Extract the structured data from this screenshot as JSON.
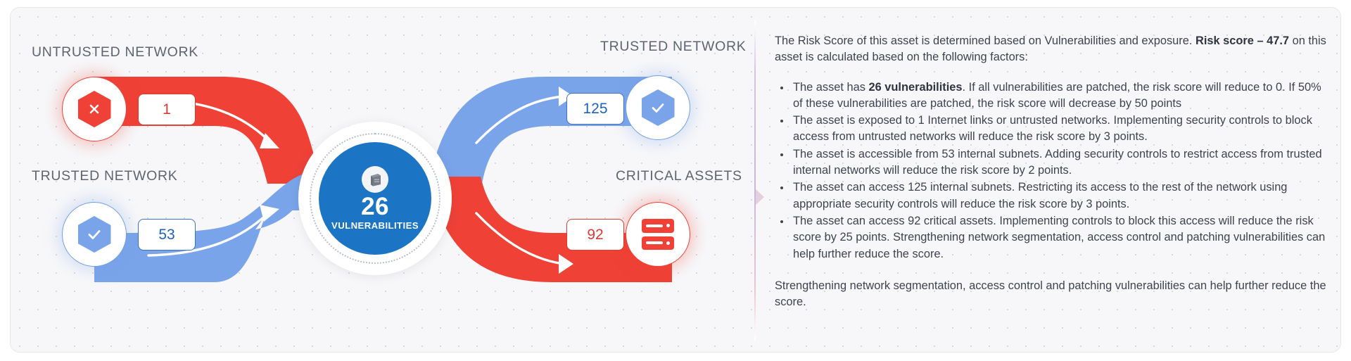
{
  "diagram": {
    "title": "asset-risk-exposure-diagram",
    "zones": {
      "untrusted_network": "UNTRUSTED NETWORK",
      "trusted_network_left": "TRUSTED NETWORK",
      "trusted_network_right": "TRUSTED NETWORK",
      "critical_assets": "CRITICAL ASSETS"
    },
    "hub": {
      "count": "26",
      "caption": "VULNERABILITIES",
      "icon": "server-box-icon",
      "color": "#1c75c4"
    },
    "flows": [
      {
        "id": "untrusted-in",
        "value": "1",
        "label": "UNTRUSTED NETWORK",
        "color": "#ef4136",
        "direction": "inbound",
        "icon": "shield-x-icon"
      },
      {
        "id": "trusted-in",
        "value": "53",
        "label": "TRUSTED NETWORK",
        "color": "#7aa4e9",
        "direction": "inbound",
        "icon": "shield-check-icon"
      },
      {
        "id": "trusted-out",
        "value": "125",
        "label": "TRUSTED NETWORK",
        "color": "#7aa4e9",
        "direction": "outbound",
        "icon": "shield-check-icon"
      },
      {
        "id": "critical-out",
        "value": "92",
        "label": "CRITICAL ASSETS",
        "color": "#ef4136",
        "direction": "outbound",
        "icon": "server-rack-icon"
      }
    ]
  },
  "explanation": {
    "intro_a": "The Risk Score of this asset is determined based on Vulnerabilities and exposure. ",
    "intro_bold": "Risk score – 47.7",
    "intro_b": " on this asset is calculated based on the following factors:",
    "bullets": [
      {
        "a": "The asset has ",
        "bold": "26 vulnerabilities",
        "b": ". If all vulnerabilities are patched, the risk score will reduce to 0. If 50% of these vulnerabilities are patched, the risk score will decrease by 50 points"
      },
      {
        "a": "The asset is exposed to 1 Internet links or untrusted networks. Implementing security controls to block access from untrusted networks will reduce the risk score by 3 points.",
        "bold": "",
        "b": ""
      },
      {
        "a": "The asset is accessible from 53 internal subnets. Adding security controls to restrict access from trusted internal networks will reduce the risk score by 2 points.",
        "bold": "",
        "b": ""
      },
      {
        "a": "The asset can access 125 internal subnets. Restricting its access to the rest of the network using appropriate security controls will reduce the risk score by 3 points.",
        "bold": "",
        "b": ""
      },
      {
        "a": "The asset can access 92 critical assets. Implementing controls to block this access will reduce the risk score by 25 points. Strengthening network segmentation, access control and patching vulnerabilities can help further reduce the score.",
        "bold": "",
        "b": ""
      }
    ],
    "closing": "Strengthening network segmentation, access control and patching vulnerabilities can help further reduce the score."
  },
  "colors": {
    "red": "#ef4136",
    "blue": "#7aa4e9",
    "hub_blue": "#1c75c4",
    "text": "#3e4350",
    "label": "#5e6470",
    "canvas": "#f7f7f9"
  }
}
